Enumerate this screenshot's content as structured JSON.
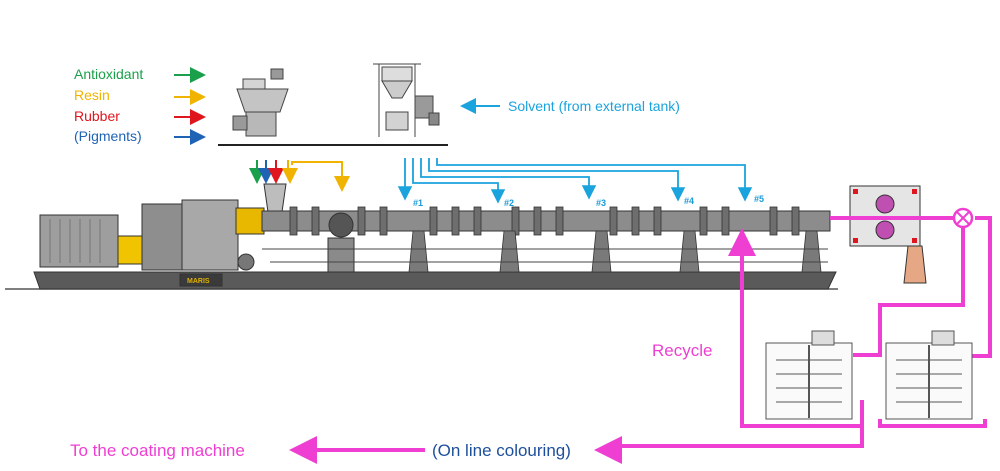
{
  "legend": {
    "antioxidant": {
      "label": "Antioxidant",
      "color": "#1aa04a"
    },
    "resin": {
      "label": "Resin",
      "color": "#f0b400"
    },
    "rubber": {
      "label": "Rubber",
      "color": "#e0161e"
    },
    "pigments": {
      "label": "(Pigments)",
      "color": "#1e63b4"
    }
  },
  "solvent_label": "Solvent (from external tank)",
  "solvent_color": "#1aa3dd",
  "injection_ports": [
    "#1",
    "#2",
    "#3",
    "#4",
    "#5"
  ],
  "recycle_label": "Recycle",
  "recycle_color": "#ee3fd2",
  "online_label": "(On line colouring)",
  "online_color": "#1e4f9c",
  "coating_label": "To the coating machine",
  "brand_plate": "MARIS"
}
